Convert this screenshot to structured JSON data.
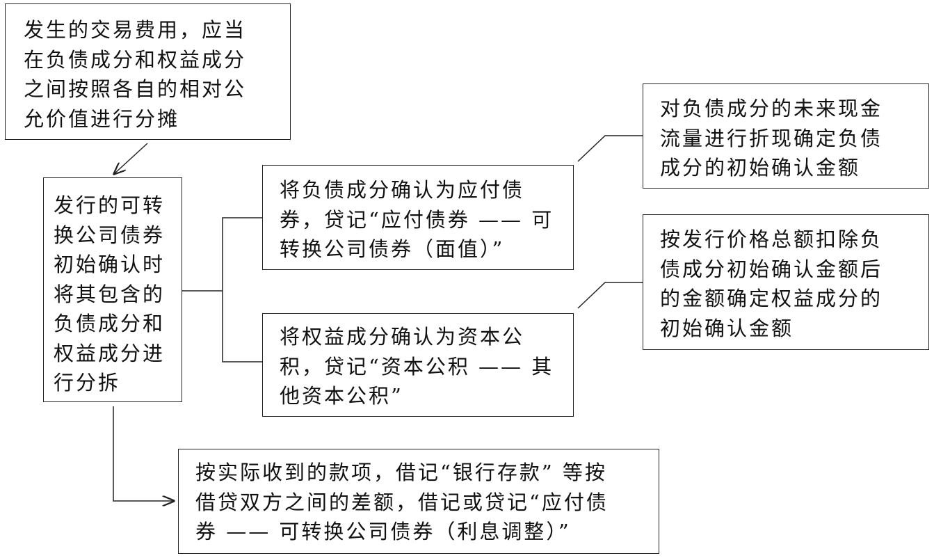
{
  "boxes": {
    "transaction_costs": [
      "发生的交易费用，应当",
      "在负债成分和权益成分",
      "之间按照各自的相对公",
      "允价值进行分摊"
    ],
    "initial_recognition": [
      "发行的可转",
      "换公司债券",
      "初始确认时",
      "将其包含的",
      "负债成分和",
      "权益成分进",
      "行分拆"
    ],
    "liability_component": [
      "将负债成分确认为应付债",
      "券，贷记“应付债券 —— 可",
      "转换公司债券（面值）”"
    ],
    "equity_component": [
      "将权益成分确认为资本公",
      "积，贷记“资本公积 —— 其",
      "他资本公积”"
    ],
    "liability_measurement": [
      "对负债成分的未来现金",
      "流量进行折现确定负债",
      "成分的初始确认金额"
    ],
    "equity_measurement": [
      "按发行价格总额扣除负",
      "债成分初始确认金额后",
      "的金额确定权益成分的",
      "初始确认金额"
    ],
    "cash_received": [
      "按实际收到的款项，借记“银行存款” 等按",
      "借贷双方之间的差额，借记或贷记“应付债",
      "券 —— 可转换公司债券（利息调整）”"
    ]
  }
}
